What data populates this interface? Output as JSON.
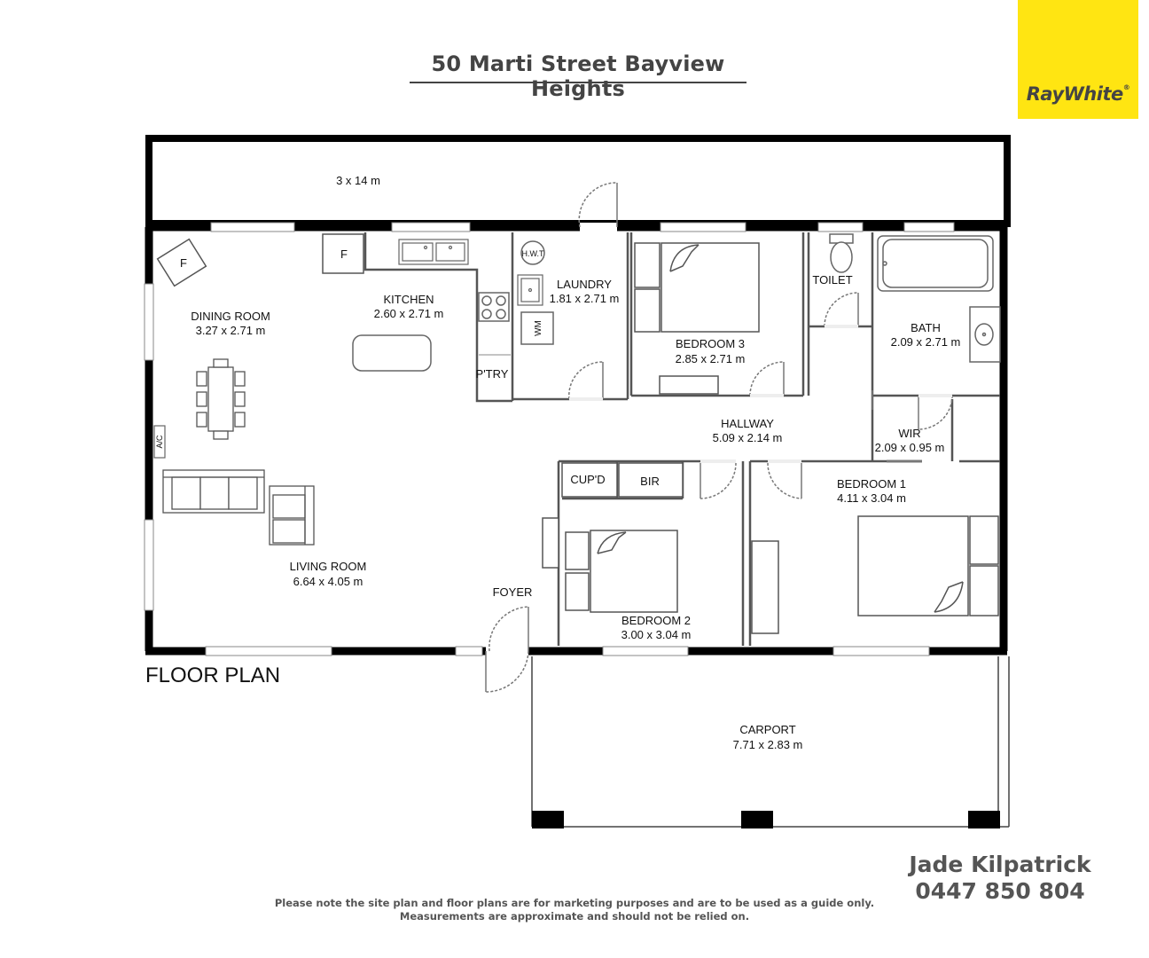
{
  "header": {
    "title": "50 Marti Street Bayview Heights"
  },
  "brand": {
    "logo_text": "RayWhite",
    "logo_mark": "®",
    "accent_color": "#ffe512"
  },
  "plan": {
    "section_label": "FLOOR PLAN",
    "rooms": {
      "deck": {
        "dims": "3 x 14 m"
      },
      "dining": {
        "name": "DINING ROOM",
        "dims": "3.27 x 2.71 m"
      },
      "kitchen": {
        "name": "KITCHEN",
        "dims": "2.60 x 2.71 m"
      },
      "laundry": {
        "name": "LAUNDRY",
        "dims": "1.81 x 2.71 m"
      },
      "bedroom3": {
        "name": "BEDROOM 3",
        "dims": "2.85 x 2.71 m"
      },
      "toilet": {
        "name": "TOILET"
      },
      "bath": {
        "name": "BATH",
        "dims": "2.09 x 2.71 m"
      },
      "hallway": {
        "name": "HALLWAY",
        "dims": "5.09 x 2.14 m"
      },
      "wir": {
        "name": "WIR",
        "dims": "2.09 x 0.95 m"
      },
      "bedroom1": {
        "name": "BEDROOM 1",
        "dims": "4.11 x 3.04 m"
      },
      "bedroom2": {
        "name": "BEDROOM 2",
        "dims": "3.00 x 3.04 m"
      },
      "living": {
        "name": "LIVING ROOM",
        "dims": "6.64 x 4.05 m"
      },
      "foyer": {
        "name": "FOYER"
      },
      "pantry": {
        "name": "P'TRY"
      },
      "cupd": {
        "name": "CUP'D"
      },
      "bir": {
        "name": "BIR"
      },
      "carport": {
        "name": "CARPORT",
        "dims": "7.71 x 2.83 m"
      }
    },
    "fixtures": {
      "fridge": "F",
      "hwt": "H.W.T",
      "wm": "WM",
      "ac": "A/C"
    }
  },
  "agent": {
    "name": "Jade Kilpatrick",
    "phone": "0447 850 804"
  },
  "footer": {
    "disclaimer_line1": "Please note the site plan and floor plans are for marketing purposes and are to be used as a guide only.",
    "disclaimer_line2": "Measurements are approximate and should not be relied on."
  }
}
